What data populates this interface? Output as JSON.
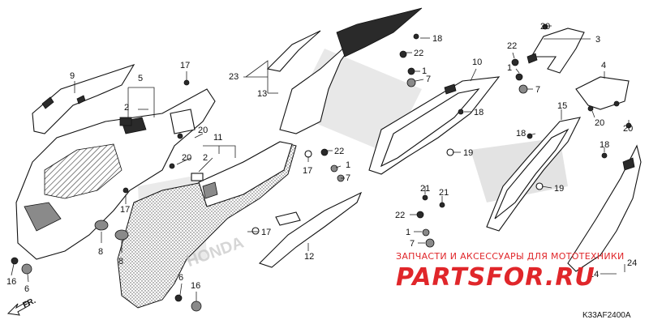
{
  "diagram": {
    "code": "K33AF2400A",
    "front_label": "FR.",
    "watermark": {
      "text": "ЗАПЧАСТИ И АКСЕССУАРЫ ДЛЯ МОТОТЕХНИКИ",
      "logo": "PARTSFOR.RU"
    },
    "brand_mark": "HONDA",
    "callouts": [
      "1",
      "2",
      "3",
      "4",
      "5",
      "6",
      "7",
      "8",
      "9",
      "10",
      "11",
      "12",
      "13",
      "14",
      "15",
      "16",
      "17",
      "18",
      "19",
      "20",
      "21",
      "22",
      "23",
      "24"
    ]
  }
}
